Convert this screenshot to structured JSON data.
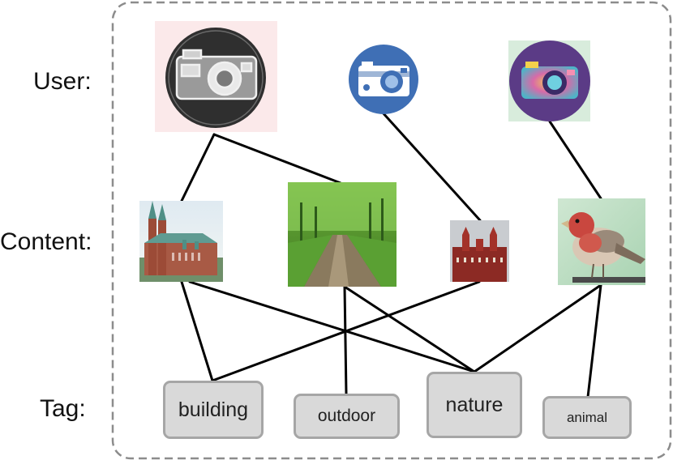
{
  "labels": {
    "user": "User:",
    "content": "Content:",
    "tag": "Tag:"
  },
  "users": [
    {
      "name": "sketch-camera-avatar",
      "icon": "sketch-camera-icon",
      "color": "#2f2f2f"
    },
    {
      "name": "blue-camera-avatar",
      "icon": "camera-icon",
      "color": "#3f6fb5"
    },
    {
      "name": "purple-camera-avatar",
      "icon": "rainbow-camera-icon",
      "color": "#5b3b86"
    }
  ],
  "contents": [
    {
      "name": "cathedral-photo",
      "icon": "building-image"
    },
    {
      "name": "forest-path-photo",
      "icon": "forest-image"
    },
    {
      "name": "red-building-photo",
      "icon": "red-building-image"
    },
    {
      "name": "finch-bird-photo",
      "icon": "bird-image"
    }
  ],
  "tags": [
    {
      "name": "tag-building",
      "label": "building"
    },
    {
      "name": "tag-outdoor",
      "label": "outdoor"
    },
    {
      "name": "tag-nature",
      "label": "nature"
    },
    {
      "name": "tag-animal",
      "label": "animal"
    }
  ],
  "colors": {
    "frame_border": "#8c8c8c",
    "tag_fill": "#d9d9d9",
    "tag_border": "#a6a6a6",
    "edge": "#000000"
  }
}
